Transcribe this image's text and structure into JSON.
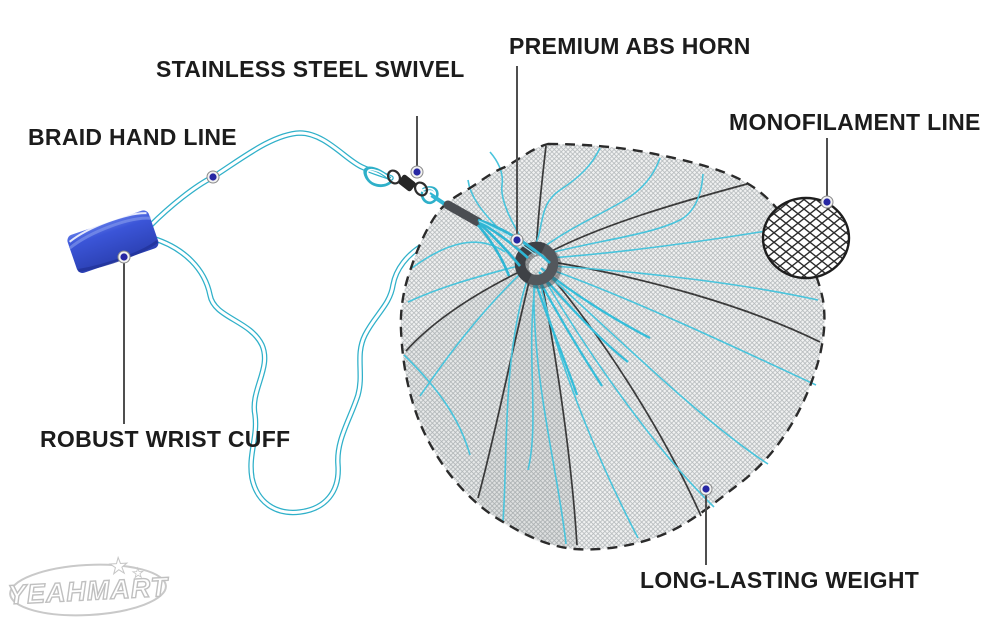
{
  "page": {
    "background": "#ffffff"
  },
  "labels": {
    "braid_hand_line": "BRAID HAND LINE",
    "stainless_steel_swivel": "STAINLESS STEEL SWIVEL",
    "premium_abs_horn": "PREMIUM ABS HORN",
    "monofilament_line": "MONOFILAMENT LINE",
    "robust_wrist_cuff": "ROBUST WRIST CUFF",
    "long_lasting_weight": "LONG-LASTING WEIGHT"
  },
  "watermark": {
    "brand": "YEAHMART",
    "star_icon": "★"
  },
  "colors": {
    "rope_cyan": "#2fb0c9",
    "net_line_cyan": "#49c4dc",
    "cuff_blue": "#3b55d8",
    "horn_gray": "#53575c",
    "anchor_dot_navy": "#2727a3",
    "callout_gray": "#4f4f4f",
    "label_text": "#1c1c1c",
    "watermark_gray": "#c6c6c6"
  }
}
